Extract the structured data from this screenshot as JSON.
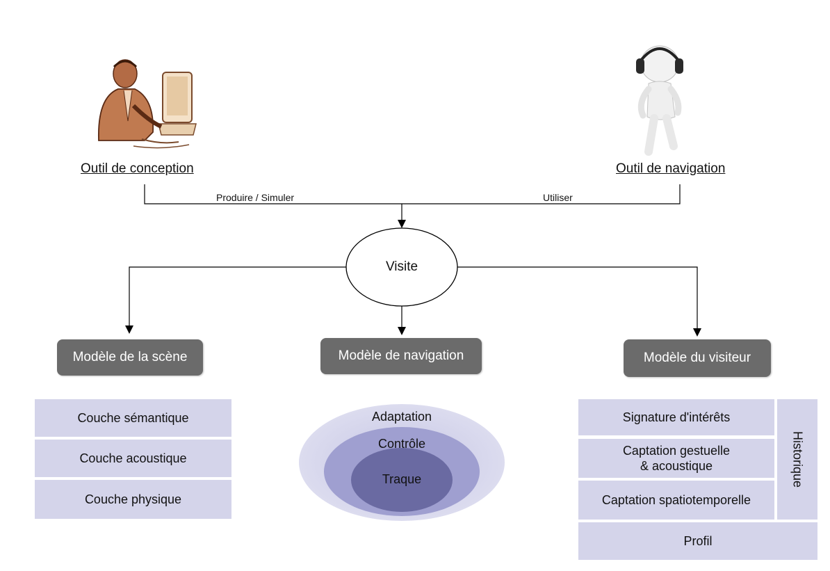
{
  "actors": {
    "designer": {
      "label": "Outil de conception",
      "icon": "designer-at-computer-icon"
    },
    "navigator": {
      "label": "Outil de navigation",
      "icon": "person-with-headphones-icon"
    }
  },
  "edges": {
    "produce_label": "Produire / Simuler",
    "use_label": "Utiliser"
  },
  "visit": {
    "label": "Visite"
  },
  "models": {
    "scene": "Modèle de la scène",
    "navigation": "Modèle de navigation",
    "visitor": "Modèle du visiteur"
  },
  "scene_layers": [
    "Couche sémantique",
    "Couche acoustique",
    "Couche physique"
  ],
  "navigation_rings": [
    "Adaptation",
    "Contrôle",
    "Traque"
  ],
  "visitor_layers": {
    "interests": "Signature d'intérêts",
    "gesture": "Captation gestuelle\n& acoustique",
    "spatio": "Captation spatiotemporelle",
    "history": "Historique",
    "profile": "Profil"
  },
  "colors": {
    "model_box": "#6b6b6b",
    "layer_fill": "#d4d4ea",
    "ring_outer": "#cfcfe8",
    "ring_middle": "#9f9fd0",
    "ring_inner": "#6a6aa2"
  }
}
